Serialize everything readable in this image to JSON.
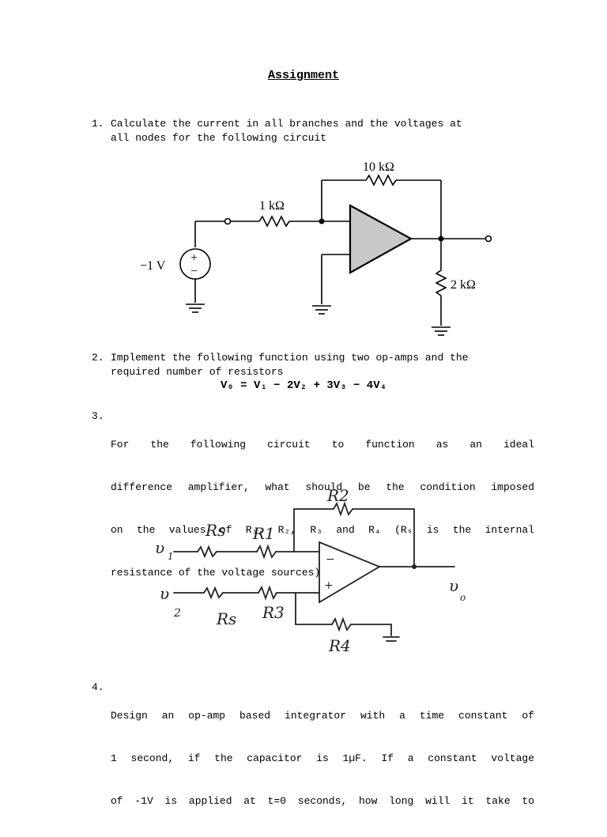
{
  "title": "Assignment",
  "q1": {
    "number": "1.",
    "line1": "Calculate the current in all branches and the voltages at",
    "line2": "all nodes for the following circuit",
    "circuit": {
      "r_feedback": "10 kΩ",
      "r_input": "1 kΩ",
      "source": "−1 V",
      "r_load": "2 kΩ",
      "plus": "+",
      "minus": "−"
    }
  },
  "q2": {
    "number": "2.",
    "line1": "Implement the following function using two op-amps and the",
    "line2": "required number of resistors",
    "formula": "V₀ = V₁ − 2V₂ + 3V₃ − 4V₄"
  },
  "q3": {
    "number": "3.",
    "line1": "For the following circuit to function as an ideal",
    "line2": "difference amplifier, what should be the condition imposed",
    "line3": "on the values of R₁, R₂, R₃ and R₄ (Rₛ is the internal",
    "line4": "resistance of the voltage sources)",
    "circuit": {
      "r2": "R2",
      "rs_top": "Rs",
      "r1": "R1",
      "v1": "υ",
      "v1_sub": "1",
      "v2": "υ",
      "v2_sub": "2",
      "rs_bottom": "Rs",
      "r3": "R3",
      "r4": "R4",
      "vo": "υ",
      "vo_sub": "o",
      "minus": "−",
      "plus": "+"
    }
  },
  "q4": {
    "number": "4.",
    "line1": "Design an op-amp based integrator with a time constant of",
    "line2": "1 second, if the capacitor is 1µF. If a constant voltage",
    "line3": "of -1V is applied at t=0 seconds, how long will it take to"
  }
}
